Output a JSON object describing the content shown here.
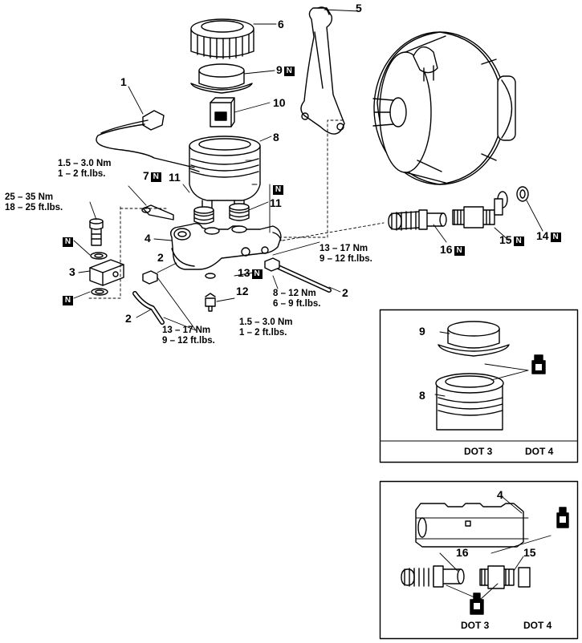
{
  "callouts": {
    "c1": "1",
    "c2a": "2",
    "c2b": "2",
    "c2c": "2",
    "c3": "3",
    "c4": "4",
    "c5": "5",
    "c6": "6",
    "c7": "7",
    "c8": "8",
    "c9": "9",
    "c10": "10",
    "c11a": "11",
    "c11b": "11",
    "c12": "12",
    "c13": "13",
    "c14": "14",
    "c15": "15",
    "c16": "16"
  },
  "new_part_mark": "N",
  "torque": {
    "t7_nm": "1.5 – 3.0 Nm",
    "t7_ft": "1 – 2 ft.lbs.",
    "t3_nm": "25 – 35 Nm",
    "t3_ft": "18 – 25 ft.lbs.",
    "t16_nm": "13 – 17 Nm",
    "t16_ft": "9 – 12 ft.lbs.",
    "t8_nm": "8 – 12 Nm",
    "t8_ft": "6 – 9 ft.lbs.",
    "t12_nm": "1.5 – 3.0 Nm",
    "t12_ft": "1 – 2 ft.lbs.",
    "t2_nm": "13 – 17 Nm",
    "t2_ft": "9 – 12 ft.lbs."
  },
  "inset1": {
    "c9": "9",
    "c8": "8",
    "dot3": "DOT 3",
    "dot4": "DOT 4"
  },
  "inset2": {
    "c4": "4",
    "c16": "16",
    "c15": "15",
    "dot3": "DOT 3",
    "dot4": "DOT 4"
  }
}
